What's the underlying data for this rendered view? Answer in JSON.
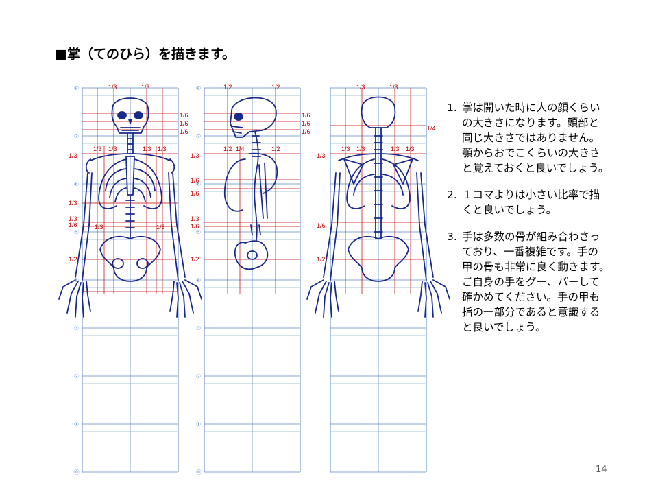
{
  "slide": {
    "title": "■掌（てのひら）を描きます。",
    "page_number": "14"
  },
  "grid": {
    "row_markers": [
      "⑧",
      "⑦",
      "⑥",
      "⑤",
      "④",
      "③",
      "②",
      "①",
      "⓪"
    ]
  },
  "figures": {
    "front": {
      "top_labels": [
        "1/3",
        "1/3"
      ],
      "right_labels": [
        "1/6",
        "1/6",
        "1/6"
      ],
      "shoulder_labels": [
        "1/3",
        "1/3",
        "1/3",
        "1/3"
      ],
      "left_labels": [
        "1/3",
        "1/3",
        "1/3",
        "1/6",
        "1/2"
      ],
      "hip_labels": [
        "1/3",
        "1/3"
      ]
    },
    "side": {
      "top_labels": [
        "1/2",
        "1/2"
      ],
      "right_labels": [
        "1/6",
        "1/6",
        "1/6"
      ],
      "neck_labels": [
        "1/2",
        "1/4",
        "1/2"
      ],
      "left_labels": [
        "1/3",
        "1/6",
        "1/6",
        "1/3",
        "1/6",
        "1/2"
      ]
    },
    "back": {
      "top_labels": [
        "1/3",
        "1/3"
      ],
      "right_labels": [
        "1/4"
      ],
      "shoulder_labels": [
        "1/3",
        "1/3",
        "1/3",
        "1/3"
      ],
      "left_labels": [
        "1/3",
        "1/6",
        "1/2"
      ]
    }
  },
  "notes": [
    {
      "number": "1.",
      "lines": [
        "掌は開いた時に人の顔くらい",
        "の大きさになります。頭部と",
        "同じ大きさではありません。",
        "顎からおでこくらいの大きさ",
        "と覚えておくと良いでしょう。"
      ]
    },
    {
      "number": "2.",
      "lines": [
        "１コマよりは小さい比率で描",
        "くと良いでしょう。"
      ]
    },
    {
      "number": "3.",
      "lines": [
        "手は多数の骨が組み合わさっ",
        "ており、一番複雑です。手の",
        "甲の骨も非常に良く動きます。",
        "ご自身の手をグー、パーして",
        "確かめてください。手の甲も",
        "指の一部分であると意識する",
        "と良いでしょう。"
      ]
    }
  ],
  "colors": {
    "grid": "#5b87c4",
    "guide": "#c00000",
    "bone": "#1a2a8c",
    "text": "#000000"
  }
}
